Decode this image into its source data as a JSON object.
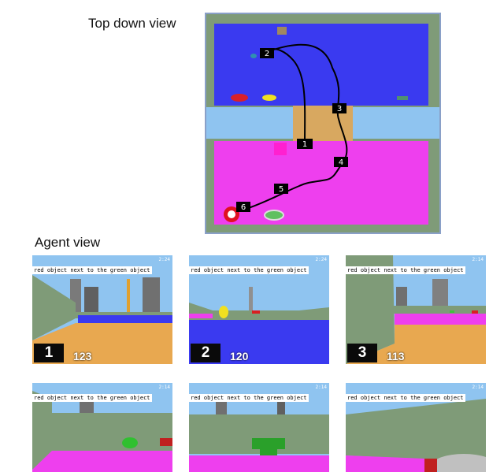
{
  "labels": {
    "top_down": "Top down view",
    "agent_view": "Agent view"
  },
  "path_markers": [
    "1",
    "2",
    "3",
    "4",
    "5",
    "6"
  ],
  "frames": [
    {
      "id": "1",
      "badge": "1",
      "score": "123",
      "instruction": "red object next to the green object",
      "timer": "2:24"
    },
    {
      "id": "2",
      "badge": "2",
      "score": "120",
      "instruction": "red object next to the green object",
      "timer": "2:24"
    },
    {
      "id": "3",
      "badge": "3",
      "score": "113",
      "instruction": "red object next to the green object",
      "timer": "2:14"
    },
    {
      "id": "4",
      "badge": "",
      "score": "",
      "instruction": "red object next to the green object",
      "timer": "2:14"
    },
    {
      "id": "5",
      "badge": "",
      "score": "",
      "instruction": "red object next to the green object",
      "timer": "2:14"
    },
    {
      "id": "6",
      "badge": "",
      "score": "",
      "instruction": "red object next to the green object",
      "timer": "2:14"
    }
  ],
  "colors": {
    "blue_floor": "#3a3af0",
    "magenta_floor": "#ee3fee",
    "wall": "#7f9b78",
    "sky": "#8fc4f0",
    "sand": "#d8a860"
  }
}
